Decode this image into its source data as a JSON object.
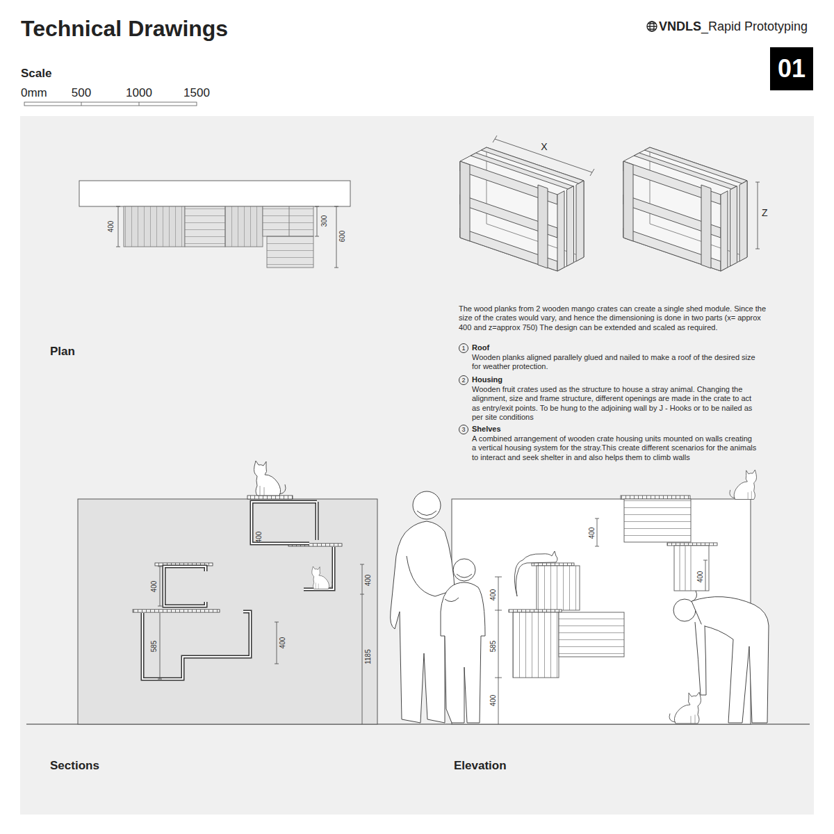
{
  "diagram": {
    "title": "Technical Drawings",
    "nodes": [
      {
        "text": [
          "01"
        ]
      },
      {
        "text": [
          "1"
        ]
      },
      {
        "text": [
          "2"
        ]
      },
      {
        "text": [
          "3"
        ]
      }
    ],
    "labels": [
      "VNDLS",
      "_Rapid Prototyping",
      "Scale",
      "0mm",
      "500",
      "1000",
      "1500",
      "400",
      "300",
      "600",
      "Plan",
      "X",
      "Z",
      "The wood planks from 2 wooden mango crates can create a single shed module. Since the size of the crates would vary, and hence the dimensioning is done in two parts (x= approx 400 and z=approx 750) The design can be extended and scaled as required.",
      "Roof",
      "Wooden planks aligned parallely glued and nailed to make a roof of the desired size for weather protection.",
      "Housing",
      "Wooden fruit crates used as the structure  to house a stray animal. Changing the alignment, size and frame structure, different openings are made in the crate to act as entry/exit points. To be hung to the adjoining wall by J - Hooks or to be nailed as per site conditions",
      "Shelves",
      "A combined arrangement of wooden crate housing units mounted on walls creating a vertical housing system for the stray.This create different scenarios for the animals to interact and seek shelter in and also helps them to climb walls",
      "400",
      "400",
      "585",
      "400",
      "400",
      "1185",
      "400",
      "400",
      "400",
      "585",
      "400",
      "Sections",
      "Elevation"
    ]
  }
}
